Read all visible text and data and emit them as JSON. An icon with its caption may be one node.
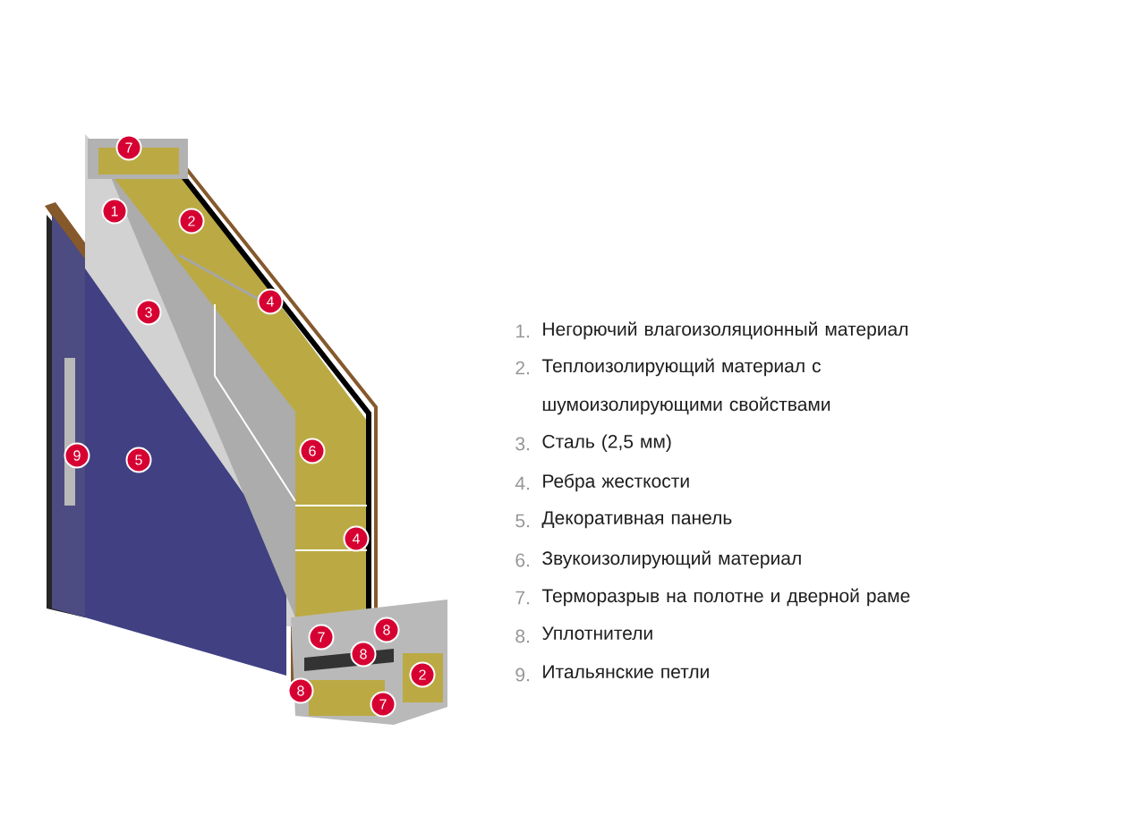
{
  "diagram": {
    "labels": [
      "7",
      "1",
      "2",
      "4",
      "3",
      "6",
      "9",
      "5",
      "4",
      "8",
      "7",
      "8",
      "2",
      "8",
      "7",
      "1.",
      "Негорючий влагоизоляционный материал",
      "2.",
      "Теплоизолирующий материал с шумоизолирующими свойствами",
      "3.",
      "Сталь (2,5 мм)",
      "4.",
      "Ребра жесткости",
      "5.",
      "Декоративная панель",
      "6.",
      "Звукоизолирующий материал",
      "7.",
      "Терморазрыв на полотне и дверной раме",
      "8.",
      "Уплотнители",
      "9.",
      "Итальянские петли"
    ]
  }
}
